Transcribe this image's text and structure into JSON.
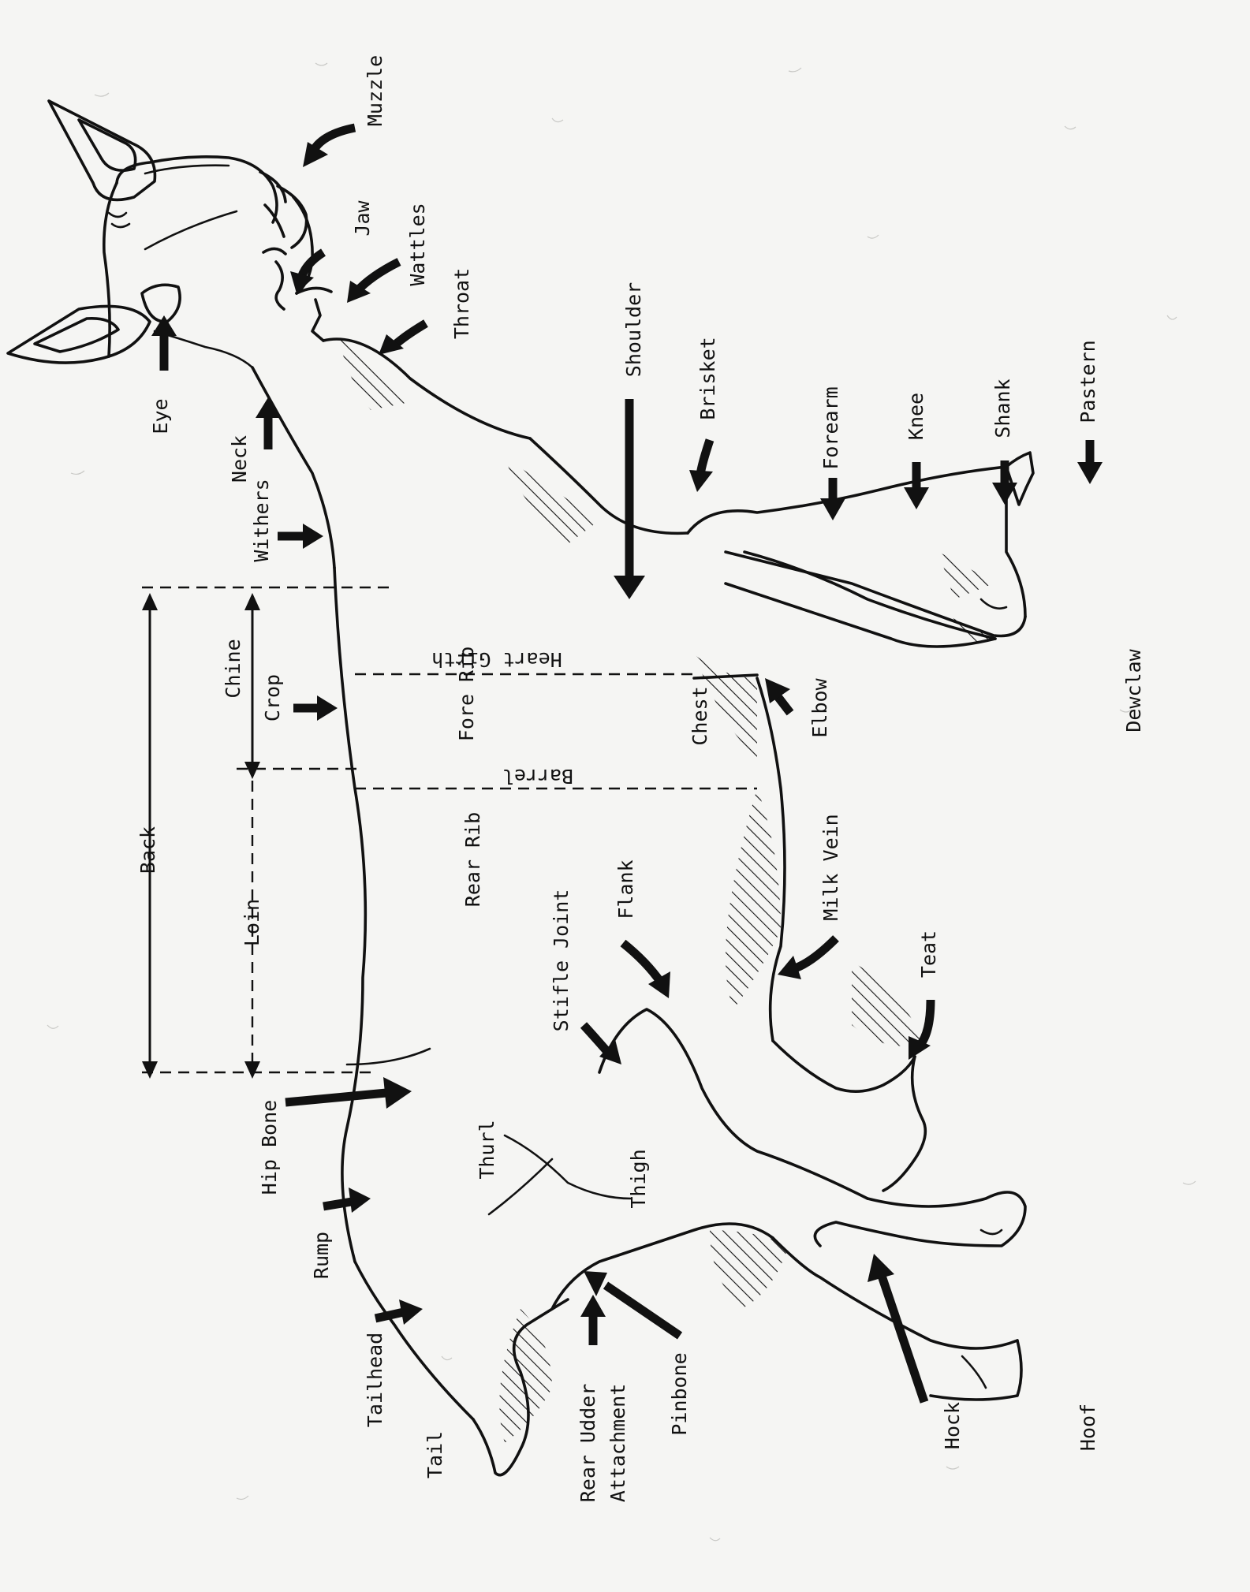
{
  "labels": {
    "eye": "Eye",
    "neck": "Neck",
    "withers": "Withers",
    "muzzle": "Muzzle",
    "jaw": "Jaw",
    "wattles": "Wattles",
    "throat": "Throat",
    "shoulder": "Shoulder",
    "brisket": "Brisket",
    "forearm": "Forearm",
    "knee": "Knee",
    "shank": "Shank",
    "pastern": "Pastern",
    "back": "Back",
    "chine": "Chine",
    "crop": "Crop",
    "loin": "Loin",
    "fore_rib": "Fore Rib",
    "heart_girth": "Heart Girth",
    "chest": "Chest",
    "elbow": "Elbow",
    "dewclaw": "Dewclaw",
    "barrel": "Barrel",
    "rear_rib": "Rear Rib",
    "milk_vein": "Milk Vein",
    "flank": "Flank",
    "stifle_joint": "Stifle Joint",
    "teat": "Teat",
    "hip_bone": "Hip Bone",
    "thurl": "Thurl",
    "thigh": "Thigh",
    "rump": "Rump",
    "tailhead": "Tailhead",
    "tail": "Tail",
    "rear_udder_line1": "Rear Udder",
    "rear_udder_line2": "Attachment",
    "pinbone": "Pinbone",
    "hock": "Hock",
    "hoof": "Hoof"
  }
}
